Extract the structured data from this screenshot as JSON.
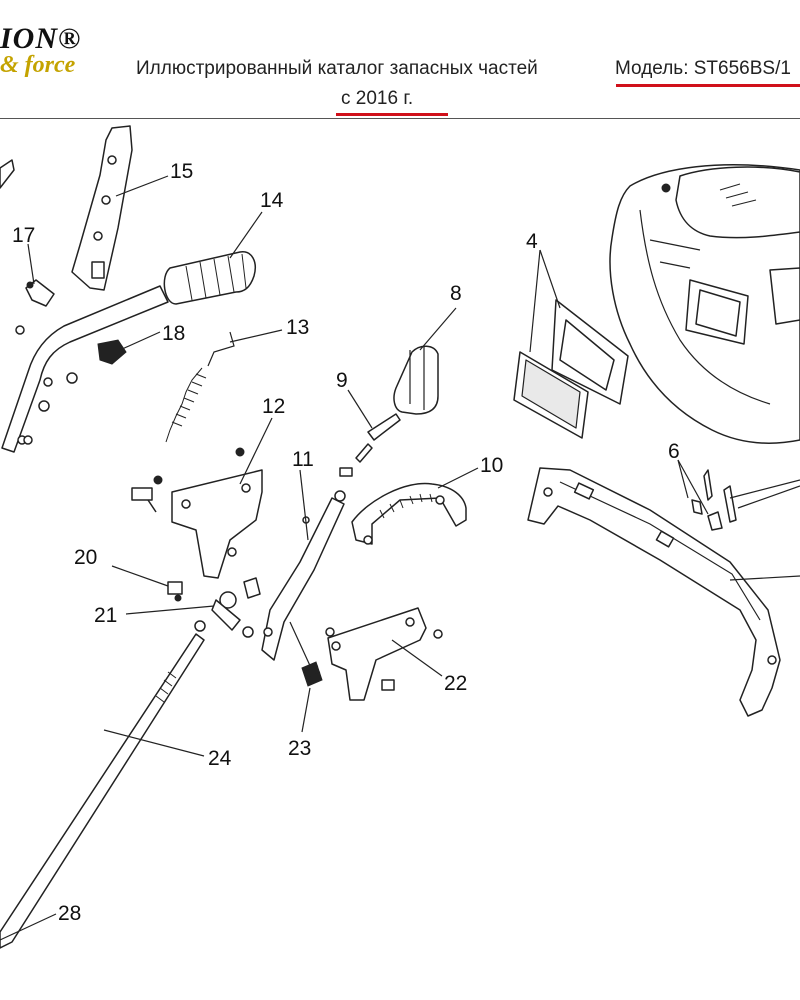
{
  "header": {
    "logo_top": "ION®",
    "logo_bottom": "& force",
    "title": "Иллюстрированный каталог запасных частей",
    "model": "Модель: ST656BS/1",
    "year": "с 2016 г.",
    "underline_color": "#d0101a",
    "logo_accent_color": "#c4a300"
  },
  "callouts": [
    "15",
    "14",
    "17",
    "13",
    "18",
    "8",
    "4",
    "12",
    "9",
    "11",
    "10",
    "6",
    "20",
    "21",
    "22",
    "23",
    "24",
    "28"
  ]
}
